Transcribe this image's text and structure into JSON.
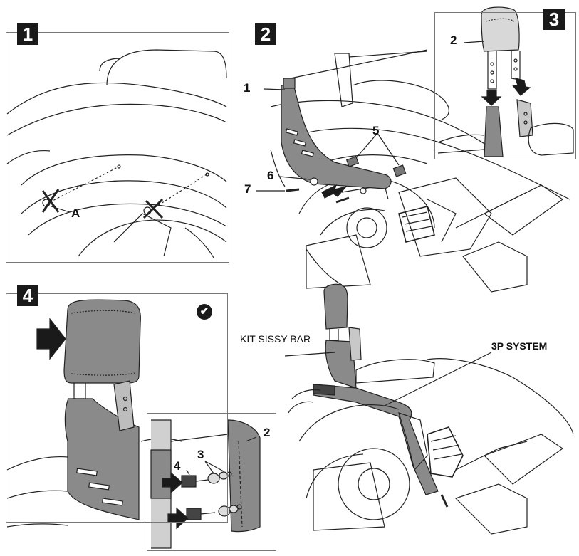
{
  "steps": {
    "step1": {
      "number": "1",
      "callouts": {
        "a": "A"
      }
    },
    "step2": {
      "number": "2",
      "callouts": {
        "c1": "1",
        "c5": "5",
        "c6": "6",
        "c7": "7"
      }
    },
    "step3": {
      "number": "3",
      "callouts": {
        "c2": "2"
      }
    },
    "step4": {
      "number": "4",
      "callouts": {
        "c2": "2",
        "c3": "3",
        "c4": "4"
      },
      "check_glyph": "✔"
    }
  },
  "overview": {
    "kit_label": "KIT SISSY BAR",
    "system_label": "3P SYSTEM"
  }
}
